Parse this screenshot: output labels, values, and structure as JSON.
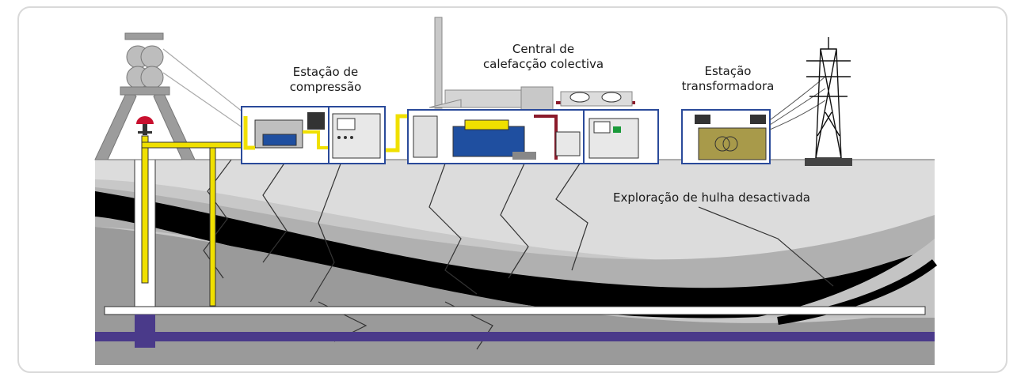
{
  "labels": {
    "compression_station": [
      "Estação de",
      "compressão"
    ],
    "district_heating": [
      "Central de",
      "calefacção colectiva"
    ],
    "transformer_station": [
      "Estação",
      "transformadora"
    ],
    "mine": "Exploração de hulha desactivada"
  },
  "colors": {
    "gas_pipe": "#f0e000",
    "heating_pipe": "#8b1a2a",
    "container_border": "#2a4a9a",
    "engine": "#1f4fa0",
    "seam": "#000000",
    "water_level": "#4a3a8a",
    "surface": "#d6d6d6"
  },
  "icons": [
    "headframe-icon",
    "gas-flare-icon",
    "power-pylon-icon",
    "transformer-icon",
    "engine-icon"
  ]
}
